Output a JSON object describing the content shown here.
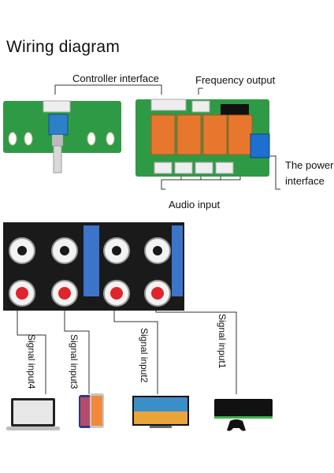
{
  "title": "Wiring diagram",
  "labels": {
    "controller_interface": "Controller interface",
    "frequency_output": "Frequency output",
    "power_interface_line1": "The power",
    "power_interface_line2": "interface",
    "audio_input": "Audio input",
    "signal_input_4": "Signal input4",
    "signal_input_3": "Signal input3",
    "signal_input_2": "Signal input2",
    "signal_input_1": "Signal input1"
  },
  "devices": [
    "laptop-icon",
    "phone-icon",
    "tv-icon",
    "game-console-icon"
  ],
  "colors": {
    "pcb_green": "#2f9a45",
    "relay_orange": "#e8772e",
    "rca_red": "#e0242b",
    "terminal_blue": "#1f6fd1",
    "line": "#333333"
  }
}
